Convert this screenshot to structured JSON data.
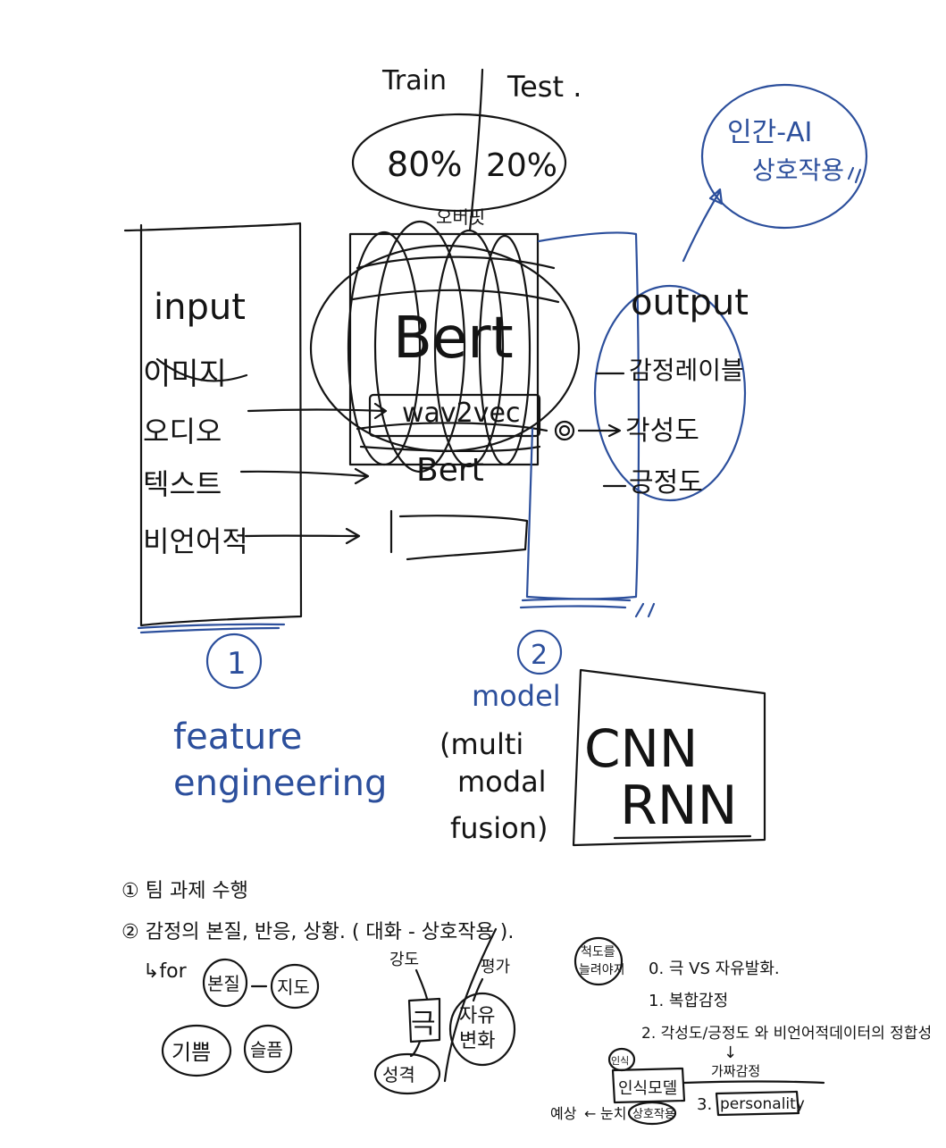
{
  "split": {
    "train_label": "Train",
    "test_label": "Test .",
    "train_pct": "80%",
    "test_pct": "20%"
  },
  "hci": {
    "title": "인간-AI",
    "subtitle": "상호작용"
  },
  "input_box": {
    "title": "input",
    "items": [
      "이미지",
      "오디오",
      "텍스트",
      "비언어적"
    ],
    "number": "1",
    "caption_line1": "feature",
    "caption_line2": "engineering"
  },
  "model": {
    "bert_label": "Bert",
    "wav2vec_label": "wav2vec",
    "bert2_label": "Bert",
    "top_note": "오버핏",
    "number": "2",
    "caption_lines": [
      "model",
      "(multi",
      "modal",
      "fusion)"
    ]
  },
  "output": {
    "title": "output",
    "items": [
      "감정레이블",
      "각성도",
      "긍정도"
    ]
  },
  "cnn_rnn": {
    "line1": "CNN",
    "line2": "RNN"
  },
  "notes": {
    "note1": "① 팀 과제 수행",
    "note2": "② 감정의 본질, 반응, 상황. ( 대화 - 상호작용 ).",
    "for_line": "↳for",
    "bonjil": "본질",
    "jipdo": "지도",
    "gippeum": "기쁨",
    "seulpeum": "슬픔",
    "gangdo": "강도",
    "pyeongga": "평가",
    "geuk": "극",
    "seongyeok": "성격",
    "jayu": "자유",
    "byeonhwa": "변화",
    "cheokdo": "척도를",
    "neullyeotgit": "늘려야지",
    "list0": "0. 극 VS 자유발화.",
    "list1": "1. 복합감정",
    "list2": "2. 각성도/긍정도 와 비언어적데이터의 정합성",
    "down_arrow": "↓",
    "gaejjagamjeong": "가짜감정",
    "insik_small": "인식",
    "insik_model": "인식모델",
    "list3_num": "3.",
    "personality": "personality",
    "prediction": "예상",
    "arrow_left": "←",
    "nunchi": "눈치",
    "sanghojakyong": "상호작용"
  }
}
